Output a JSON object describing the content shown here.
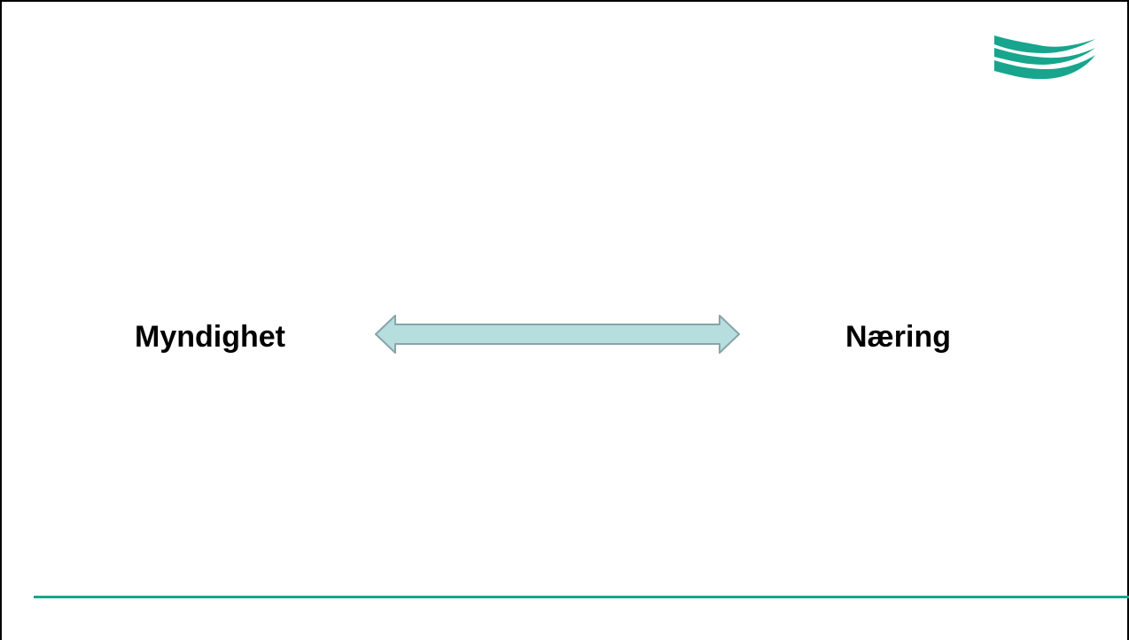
{
  "slide": {
    "left_label": "Myndighet",
    "right_label": "Næring"
  },
  "colors": {
    "accent": "#17a58d",
    "arrow_fill": "#b6dedf",
    "arrow_stroke": "#8aa3a9",
    "text": "#000000"
  },
  "icons": {
    "logo": "wave-logo-icon",
    "arrow": "double-headed-arrow"
  }
}
